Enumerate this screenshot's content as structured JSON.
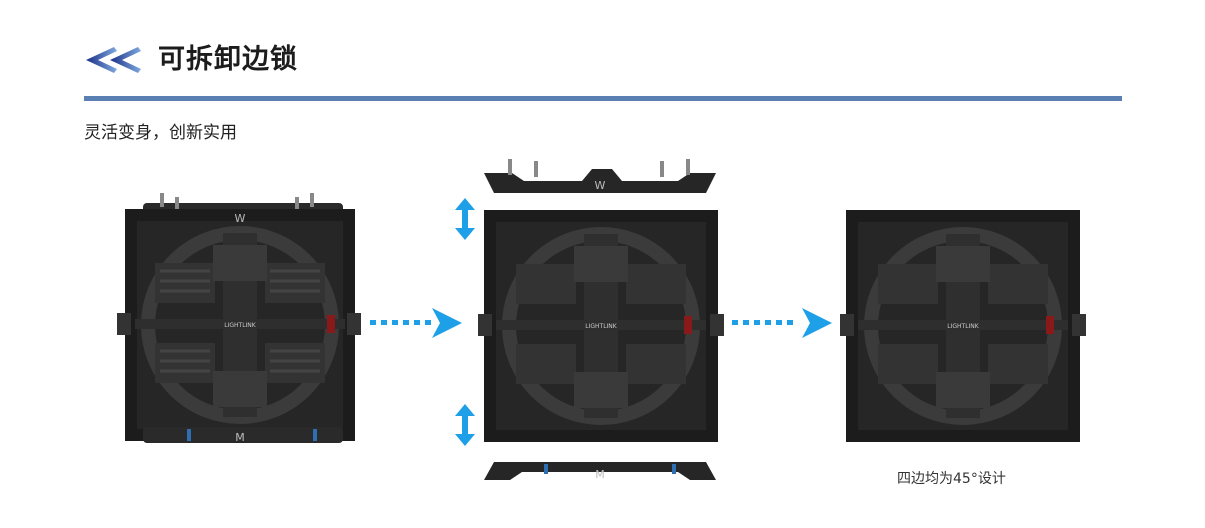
{
  "header": {
    "title": "可拆卸边锁",
    "icon": "double-chevron-left-icon",
    "accent_color": "#5a7fb3"
  },
  "subtitle": "灵活变身，创新实用",
  "panels": [
    {
      "logo_top": "W",
      "logo_bottom": "M",
      "brand": "LIGHTLINK"
    },
    {
      "logo_top": "W",
      "logo_bottom": "M",
      "brand": "LIGHTLINK"
    },
    {
      "brand": "LIGHTLINK"
    }
  ],
  "arrow_color": "#1ea0e8",
  "caption": "四边均为45°设计"
}
